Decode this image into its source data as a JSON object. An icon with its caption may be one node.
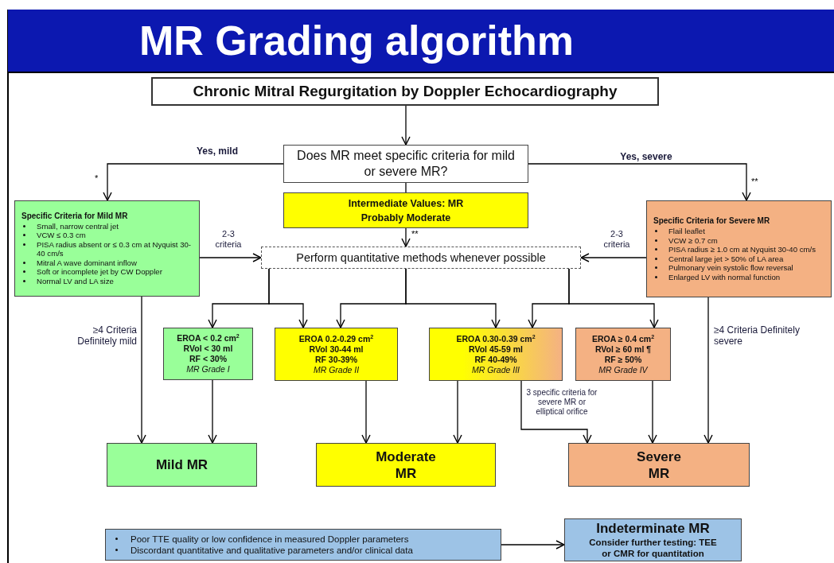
{
  "diagram": {
    "title": "MR Grading algorithm",
    "nodes": [
      {
        "text": [
          "Chronic Mitral Regurgitation by Doppler Echocardiography"
        ]
      },
      {
        "text": [
          "Does MR meet specific criteria for mild or severe MR?"
        ]
      },
      {
        "text": [
          "Intermediate Values: MR Probably Moderate"
        ]
      },
      {
        "text": [
          "Specific Criteria for Mild MR",
          "Small, narrow central jet",
          "VCW ≤ 0.3 cm",
          "PISA radius absent or ≤ 0.3 cm at Nyquist 30-40 cm/s",
          "Mitral A wave dominant inflow",
          "Soft or incomplete jet by CW Doppler",
          "Normal LV and LA size"
        ]
      },
      {
        "text": [
          "Specific Criteria for Severe MR",
          "Flail leaflet",
          "VCW ≥ 0.7 cm",
          "PISA radius ≥ 1.0 cm at Nyquist 30-40 cm/s",
          "Central large jet > 50% of LA area",
          "Pulmonary vein systolic flow reversal",
          "Enlarged LV with normal function"
        ]
      },
      {
        "text": [
          "Perform quantitative methods whenever possible"
        ]
      },
      {
        "text": [
          "EROA < 0.2 cm$^{2}$",
          "RVol < 30 ml",
          "RF < 30%",
          "MR Grade I"
        ]
      },
      {
        "text": [
          "EROA 0.2-0.29 cm$^{2}$",
          "RVol 30-44 ml",
          "RF 30-39%",
          "MR Grade II"
        ]
      },
      {
        "text": [
          "EROA 0.30-0.39 cm$^{2}$",
          "RVol 45-59 ml",
          "RF 40-49%",
          "MR Grade III"
        ]
      },
      {
        "text": [
          "EROA ≥ 0.4 cm$^{2}$",
          "RVol ≥ 60 ml ¶",
          "RF ≥ 50%",
          "MR Grade IV"
        ]
      },
      {
        "text": [
          "Mild MR"
        ]
      },
      {
        "text": [
          "Moderate MR"
        ]
      },
      {
        "text": [
          "Severe MR"
        ]
      },
      {
        "text": [
          "Poor TTE quality or low confidence in measured Doppler parameters",
          "Discordant quantitative and qualitative parameters and/or clinical data"
        ]
      },
      {
        "text": [
          "Indeterminate MR",
          "Consider further testing: TEE or CMR for quantitation"
        ]
      }
    ],
    "edges": [
      {
        "from": 0,
        "to": 1,
        "arrow": "to"
      },
      {
        "from": 1,
        "to": 3,
        "arrow": "to",
        "label": "Yes, mild"
      },
      {
        "from": 1,
        "to": 4,
        "arrow": "to",
        "label": "Yes, severe"
      },
      {
        "from": 1,
        "to": 2,
        "arrow": "none"
      },
      {
        "from": 2,
        "to": 5,
        "arrow": "to"
      },
      {
        "from": 3,
        "to": 5,
        "arrow": "to",
        "label": "2-3 criteria"
      },
      {
        "from": 4,
        "to": 5,
        "arrow": "to",
        "label": "2-3 criteria"
      },
      {
        "from": 5,
        "to": 6,
        "arrow": "to"
      },
      {
        "from": 5,
        "to": 7,
        "arrow": "to"
      },
      {
        "from": 5,
        "to": 7,
        "arrow": "to"
      },
      {
        "from": 5,
        "to": 8,
        "arrow": "to"
      },
      {
        "from": 5,
        "to": 8,
        "arrow": "to"
      },
      {
        "from": 5,
        "to": 9,
        "arrow": "to"
      },
      {
        "from": 3,
        "to": 10,
        "arrow": "to",
        "label": "≥4 Criteria Definitely mild"
      },
      {
        "from": 6,
        "to": 10,
        "arrow": "to"
      },
      {
        "from": 7,
        "to": 11,
        "arrow": "to"
      },
      {
        "from": 8,
        "to": 11,
        "arrow": "to"
      },
      {
        "from": 8,
        "to": 12,
        "arrow": "to",
        "label": "3 specific criteria for severe MR or elliptical orifice"
      },
      {
        "from": 9,
        "to": 12,
        "arrow": "to"
      },
      {
        "from": 4,
        "to": 12,
        "arrow": "to",
        "label": "≥4 Criteria Definitely severe"
      },
      {
        "from": 13,
        "to": 14,
        "arrow": "to"
      }
    ],
    "labels": [
      "*",
      "**",
      "**"
    ]
  }
}
